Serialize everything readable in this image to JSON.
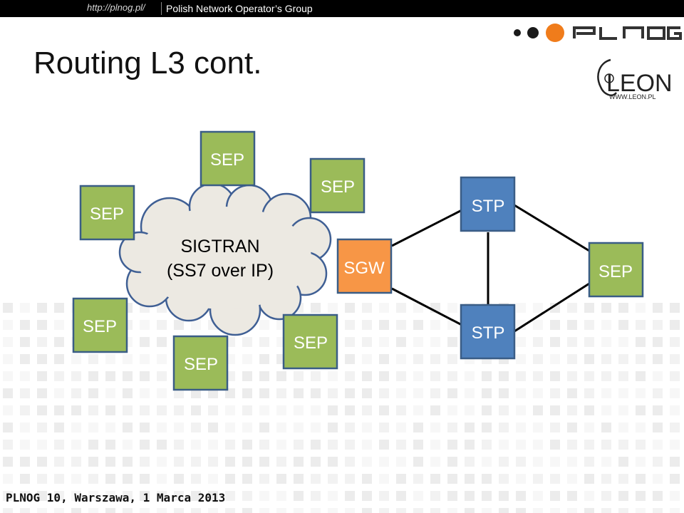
{
  "header": {
    "url": "http://plnog.pl/",
    "org": "Polish Network Operator’s Group"
  },
  "slide": {
    "title": "Routing L3 cont."
  },
  "logos": {
    "plnog": "PLNOG",
    "leon_name": "LEON",
    "leon_url": "WWW.LEON.PL"
  },
  "diagram": {
    "cloud_line1": "SIGTRAN",
    "cloud_line2": "(SS7 over IP)",
    "sep": "SEP",
    "sgw": "SGW",
    "stp": "STP"
  },
  "footer": {
    "text": "PLNOG 10, Warszawa, 1 Marca 2013"
  },
  "colors": {
    "sep": "#9bbb59",
    "sgw": "#f79646",
    "stp": "#4f81bd",
    "cloud": "#ece9e2",
    "cloud_stroke": "#3f5f94"
  }
}
